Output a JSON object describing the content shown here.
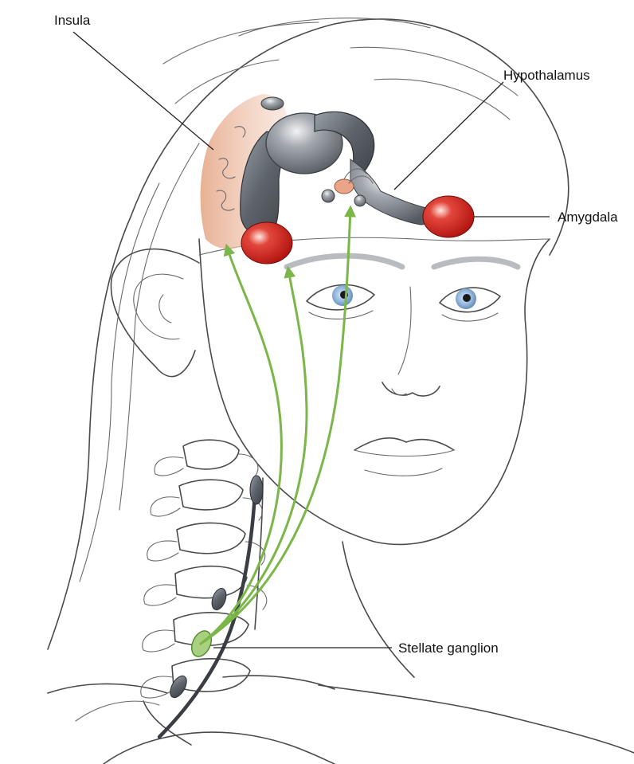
{
  "labels": {
    "insula": "Insula",
    "hypothalamus": "Hypothalamus",
    "amygdala": "Amygdala",
    "stellate_ganglion": "Stellate ganglion"
  },
  "colors": {
    "nerve_pathway": "#7ab648",
    "amygdala": "#cc1f1a",
    "insula": "#e8b89a",
    "brain_structure": "#5a5f66",
    "sympathetic_chain": "#3a3e44",
    "iris": "#8fb4dc"
  }
}
